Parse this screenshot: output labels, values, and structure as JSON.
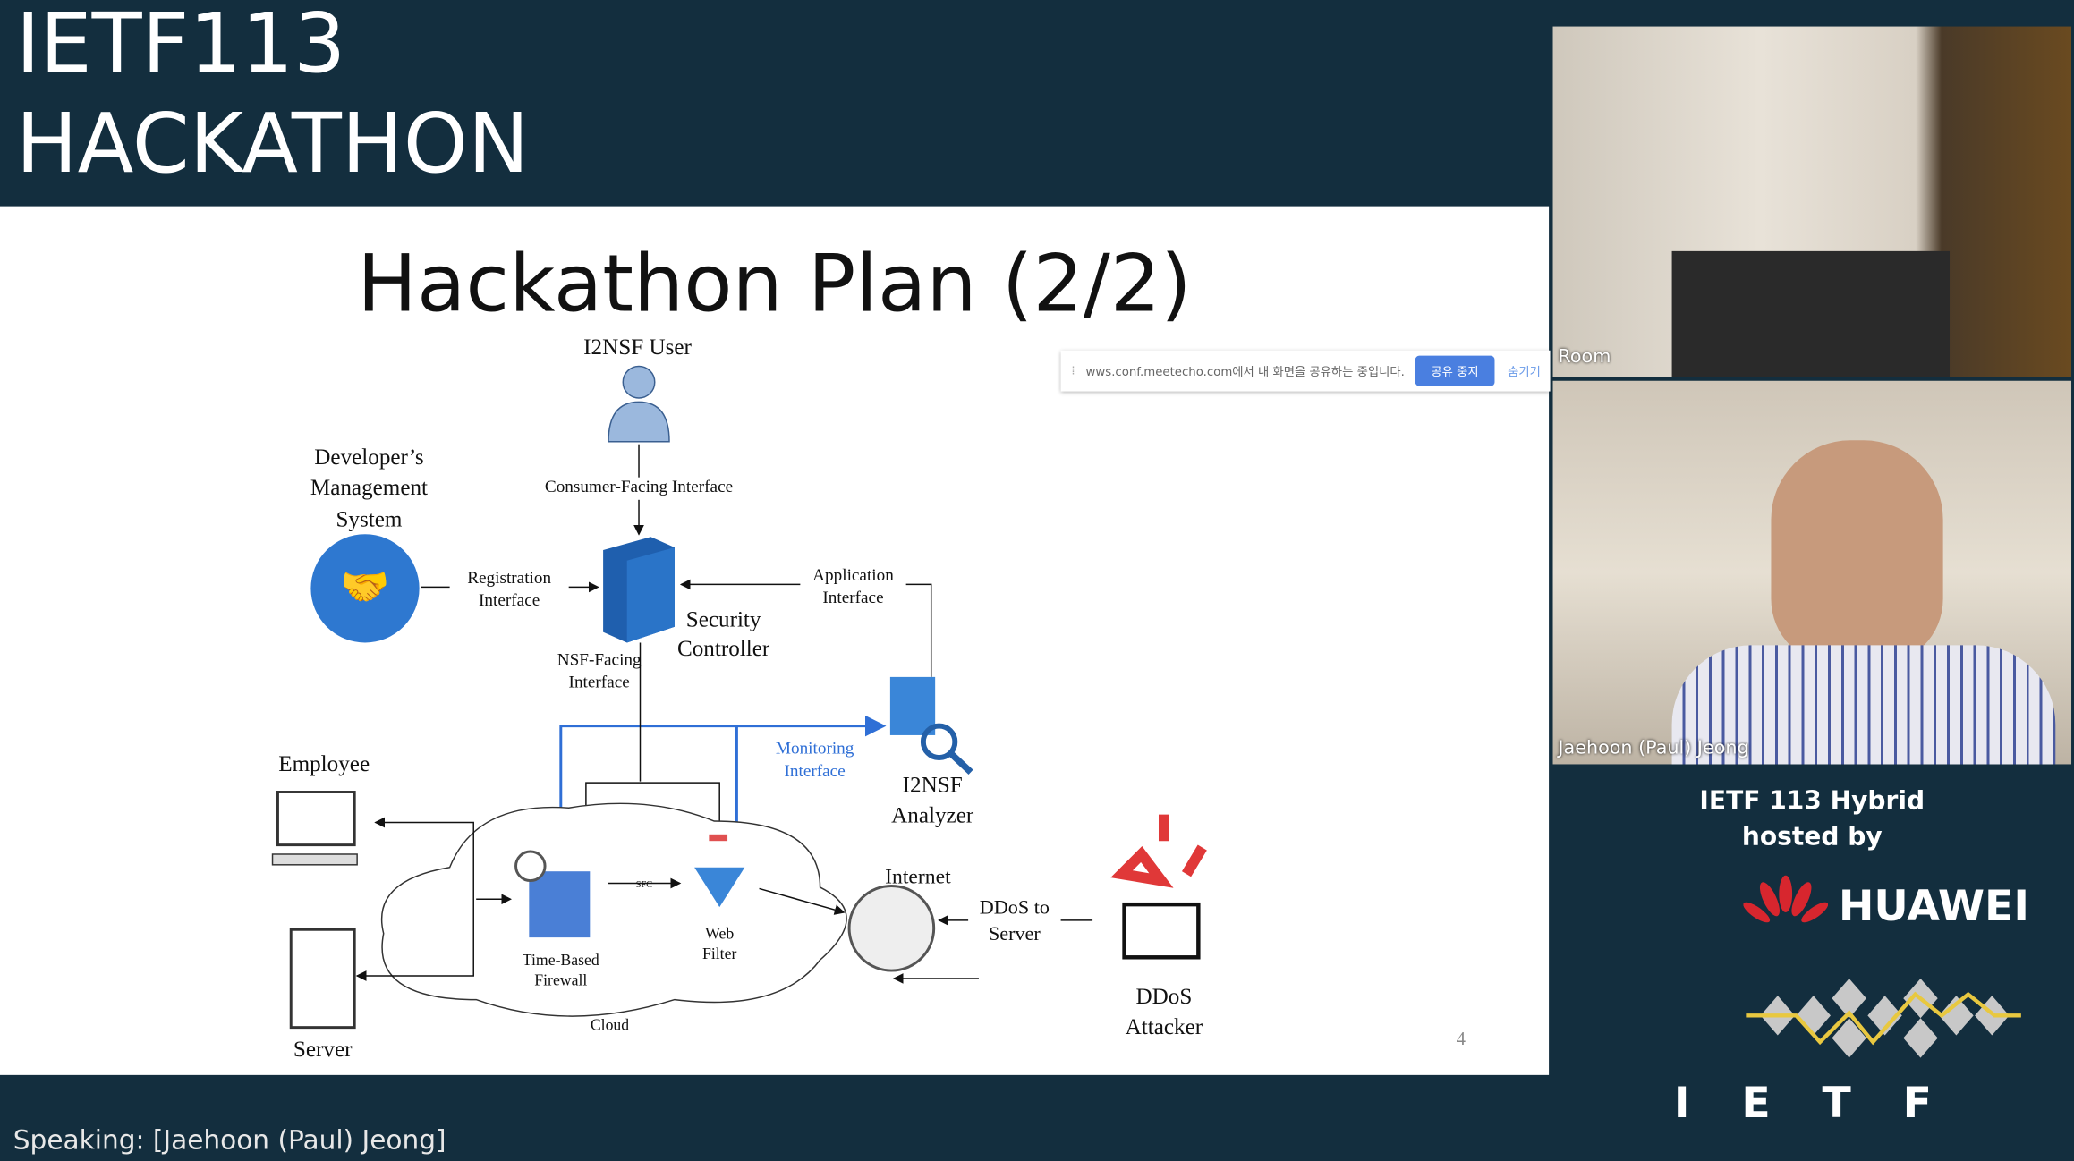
{
  "header": {
    "line1": "IETF113",
    "line2": "HACKATHON"
  },
  "slide": {
    "title": "Hackathon Plan (2/2)",
    "page_number": "4",
    "diagram": {
      "i2nsf_user": "I2NSF User",
      "consumer_if": "Consumer-Facing Interface",
      "dms1": "Developer’s",
      "dms2": "Management",
      "dms3": "System",
      "reg1": "Registration",
      "reg2": "Interface",
      "sc1": "Security",
      "sc2": "Controller",
      "app1": "Application",
      "app2": "Interface",
      "nsf1": "NSF-Facing",
      "nsf2": "Interface",
      "mon1": "Monitoring",
      "mon2": "Interface",
      "ana1": "I2NSF",
      "ana2": "Analyzer",
      "employee": "Employee",
      "server": "Server",
      "fw1": "Time-Based",
      "fw2": "Firewall",
      "sfc": "SFC",
      "wf1": "Web",
      "wf2": "Filter",
      "cloud": "Cloud",
      "internet": "Internet",
      "ddos1": "DDoS to",
      "ddos2": "Server",
      "att1": "DDoS",
      "att2": "Attacker"
    }
  },
  "share_bar": {
    "message": "wws.conf.meetecho.com에서 내 화면을 공유하는 중입니다.",
    "stop_label": "공유 중지",
    "hide_label": "숨기기"
  },
  "videos": {
    "room_label": "Room",
    "speaker_label": "Jaehoon (Paul) Jeong"
  },
  "sponsor": {
    "line1": "IETF 113 Hybrid",
    "line2": "hosted by",
    "huawei": "HUAWEI",
    "ietf": "I E T F"
  },
  "status": {
    "speaking": "Speaking: [Jaehoon (Paul) Jeong]"
  },
  "colors": {
    "background": "#132e3e",
    "monitoring_blue": "#2f6fd6",
    "huawei_red": "#d7262e",
    "ietf_yellow": "#e8c840"
  }
}
